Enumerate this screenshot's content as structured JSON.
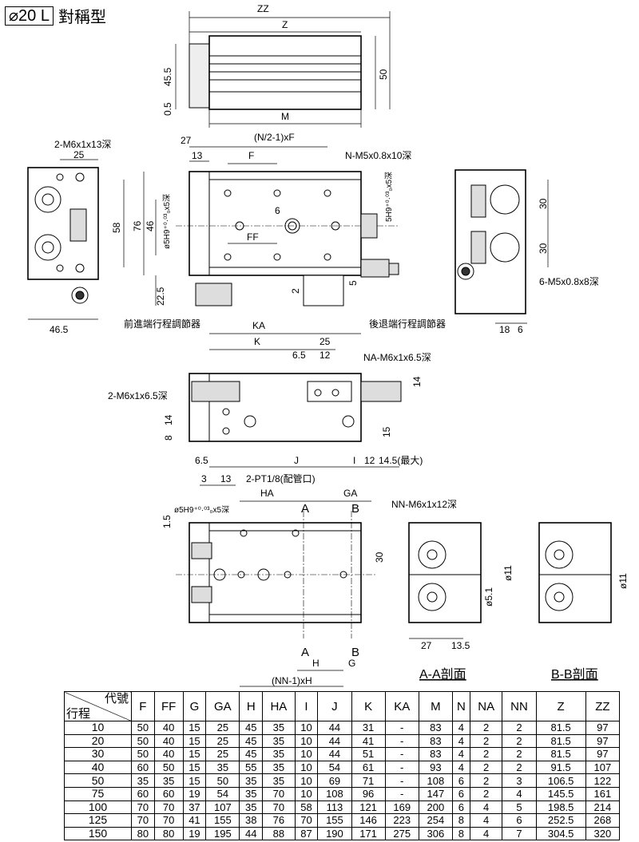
{
  "title": {
    "size": "⌀20 L",
    "type": "對稱型"
  },
  "labels": {
    "zz": "ZZ",
    "z": "Z",
    "d45_5": "45.5",
    "d0_5": "0.5",
    "d50": "50",
    "m": "M",
    "n2f": "(N/2-1)xF",
    "d27": "27",
    "d13": "13",
    "f": "F",
    "n_m5": "N-M5x0.8x10深",
    "d76": "76",
    "d46": "46",
    "pin_front": "ø5H9⁺⁰·⁰³₀x5深",
    "d6": "6",
    "ff": "FF",
    "pin_side": "5H9⁺⁰·⁰³₀x5深",
    "d22_5": "22.5",
    "d2": "2",
    "d5": "5",
    "front_adjuster": "前進端行程調節器",
    "rear_adjuster": "後退端行程調節器",
    "m6_13": "2-M6x1x13深",
    "d25": "25",
    "d58": "58",
    "d46_5": "46.5",
    "d30a": "30",
    "d30b": "30",
    "m5_8": "6-M5x0.8x8深",
    "d18": "18",
    "d6b": "6",
    "ka": "KA",
    "k": "K",
    "d6_5": "6.5",
    "d25b": "25",
    "d12": "12",
    "na_m6": "NA-M6x1x6.5深",
    "d14": "14",
    "m6_6_5": "2-M6x1x6.5深",
    "d14b": "14",
    "d8": "8",
    "d15": "15",
    "d6_5b": "6.5",
    "j": "J",
    "i": "I",
    "d12b": "12",
    "d14_5": "14.5(最大)",
    "d3": "3",
    "d13b": "13",
    "pt": "2-PT1/8(配管口)",
    "ha": "HA",
    "ga": "GA",
    "a1": "A",
    "b1": "B",
    "nn_m6": "NN-M6x1x12深",
    "pin_bottom": "ø5H9⁺⁰·⁰³₀x5深",
    "d1_5": "1.5",
    "d30c": "30",
    "a2": "A",
    "b2": "B",
    "h": "H",
    "g": "G",
    "nnh": "(NN-1)xH",
    "d27b": "27",
    "d13_5": "13.5",
    "d5_1": "ø5.1",
    "d11a": "ø11",
    "d11b": "ø11",
    "sec_aa": "A-A剖面",
    "sec_bb": "B-B剖面"
  },
  "table": {
    "corner_top": "代號",
    "corner_bottom": "行程",
    "columns": [
      "F",
      "FF",
      "G",
      "GA",
      "H",
      "HA",
      "I",
      "J",
      "K",
      "KA",
      "M",
      "N",
      "NA",
      "NN",
      "Z",
      "ZZ"
    ],
    "rows": [
      [
        "10",
        "50",
        "40",
        "15",
        "25",
        "45",
        "35",
        "10",
        "44",
        "31",
        "-",
        "83",
        "4",
        "2",
        "2",
        "81.5",
        "97"
      ],
      [
        "20",
        "50",
        "40",
        "15",
        "25",
        "45",
        "35",
        "10",
        "44",
        "41",
        "-",
        "83",
        "4",
        "2",
        "2",
        "81.5",
        "97"
      ],
      [
        "30",
        "50",
        "40",
        "15",
        "25",
        "45",
        "35",
        "10",
        "44",
        "51",
        "-",
        "83",
        "4",
        "2",
        "2",
        "81.5",
        "97"
      ],
      [
        "40",
        "60",
        "50",
        "15",
        "35",
        "55",
        "35",
        "10",
        "54",
        "61",
        "-",
        "93",
        "4",
        "2",
        "2",
        "91.5",
        "107"
      ],
      [
        "50",
        "35",
        "35",
        "15",
        "50",
        "35",
        "35",
        "10",
        "69",
        "71",
        "-",
        "108",
        "6",
        "2",
        "3",
        "106.5",
        "122"
      ],
      [
        "75",
        "60",
        "60",
        "19",
        "54",
        "35",
        "70",
        "10",
        "108",
        "96",
        "-",
        "147",
        "6",
        "2",
        "4",
        "145.5",
        "161"
      ],
      [
        "100",
        "70",
        "70",
        "37",
        "107",
        "35",
        "70",
        "58",
        "113",
        "121",
        "169",
        "200",
        "6",
        "4",
        "5",
        "198.5",
        "214"
      ],
      [
        "125",
        "70",
        "70",
        "41",
        "155",
        "38",
        "76",
        "70",
        "155",
        "146",
        "223",
        "254",
        "8",
        "4",
        "6",
        "252.5",
        "268"
      ],
      [
        "150",
        "80",
        "80",
        "19",
        "195",
        "44",
        "88",
        "87",
        "190",
        "171",
        "275",
        "306",
        "8",
        "4",
        "7",
        "304.5",
        "320"
      ]
    ]
  }
}
